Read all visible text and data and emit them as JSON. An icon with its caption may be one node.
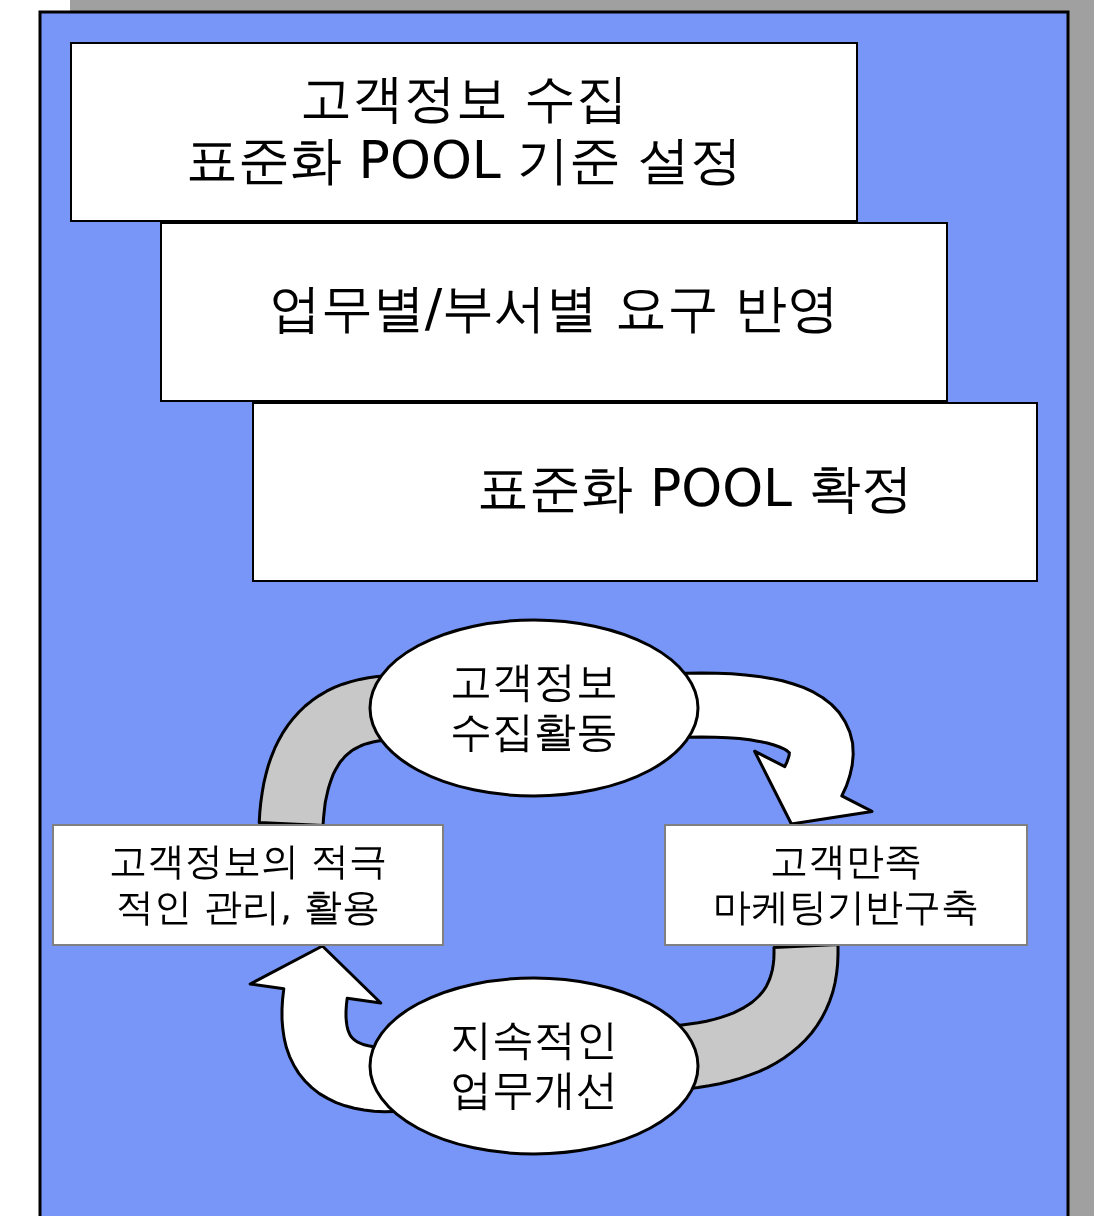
{
  "diagram": {
    "nodes": [
      {
        "text": [
          "고객정보 수집 표준화 POOL 기준 설정"
        ]
      },
      {
        "text": [
          "업무별/부서별 요구 반영"
        ]
      },
      {
        "text": [
          "표준화 POOL 확정"
        ]
      },
      {
        "text": [
          "고객정보 수집활동"
        ]
      },
      {
        "text": [
          "고객정보의 적극 적인 관리, 활용"
        ]
      },
      {
        "text": [
          "고객만족 마케팅기반구축"
        ]
      },
      {
        "text": [
          "지속적인 업무개선"
        ]
      }
    ],
    "edges": [
      {
        "from": 3,
        "to": 5,
        "arrow": "to"
      },
      {
        "from": 5,
        "to": 6,
        "arrow": "none",
        "color": "#c8c8c8"
      },
      {
        "from": 6,
        "to": 4,
        "arrow": "to"
      },
      {
        "from": 4,
        "to": 3,
        "arrow": "none",
        "color": "#c8c8c8"
      }
    ]
  }
}
